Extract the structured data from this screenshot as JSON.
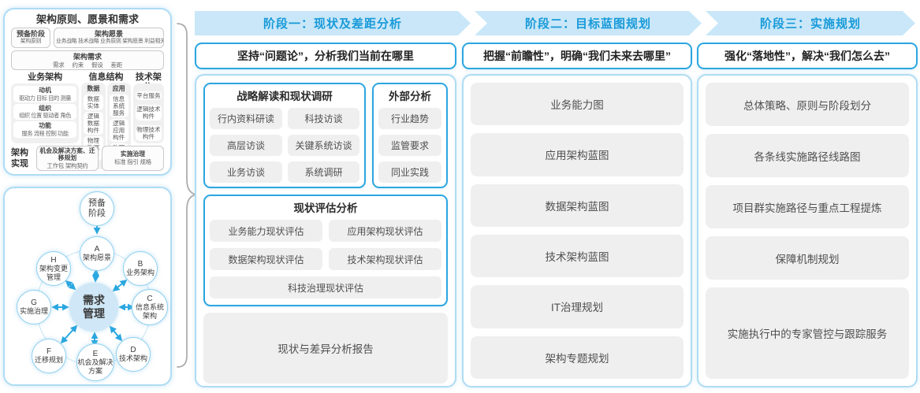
{
  "colors": {
    "accent_blue": "#2ca6e0",
    "banner_bg": "#c9e7f8",
    "banner_text": "#189ad9",
    "panel_border": "#aedcf3",
    "item_gray_bg": "#efefef",
    "center_circle_fill": "#cfe7f6",
    "brace_gray": "#adadad",
    "text_dark": "#2b2b2b",
    "text_gray": "#4f4f4f"
  },
  "framework": {
    "title": "架构原则、愿景和需求",
    "prep": {
      "line1": "预备阶段",
      "line2": "架构原则"
    },
    "vision": {
      "title": "架构愿景",
      "detail": "业务战略 技术战略 业务原则 架构愿景 利益相关者"
    },
    "requirements": {
      "title": "架构需求",
      "detail": "需求 约束 假设 差距"
    },
    "business": {
      "title": "业务架构",
      "groups": [
        {
          "name": "动机",
          "detail": "驱动力 目标 目的 测量"
        },
        {
          "name": "组织",
          "detail": "组织 位置 驱动者 角色"
        },
        {
          "name": "功能",
          "detail": "服务 流程 控制 功能"
        }
      ]
    },
    "information": {
      "title": "信息结构",
      "data": {
        "name": "数据",
        "items": [
          "数据实体",
          "逻辑数据构件",
          "物理数据构件"
        ]
      },
      "app": {
        "name": "应用",
        "items": [
          "信息系统服务",
          "逻辑应用构件",
          "物理应用构件"
        ]
      }
    },
    "technology": {
      "title": "技术架构",
      "items": [
        "平台服务",
        "逻辑技术构件",
        "物理技术构件"
      ]
    },
    "realization": {
      "label": "架构实现",
      "boxes": [
        {
          "title": "机会及解决方案、迁移规划",
          "detail": "工作包 架构契约"
        },
        {
          "title": "实施治理",
          "detail": "标准 指引 规格"
        }
      ]
    }
  },
  "adm": {
    "prep": "预备阶段",
    "center": "需求管理",
    "nodes": [
      {
        "id": "A",
        "label": "架构愿景"
      },
      {
        "id": "B",
        "label": "业务架构"
      },
      {
        "id": "C",
        "label": "信息系统架构"
      },
      {
        "id": "D",
        "label": "技术架构"
      },
      {
        "id": "E",
        "label": "机会及解决方案"
      },
      {
        "id": "F",
        "label": "迁移规划"
      },
      {
        "id": "G",
        "label": "实施治理"
      },
      {
        "id": "H",
        "label": "架构变更管理"
      }
    ]
  },
  "phases": [
    {
      "banner": "阶段一：现状及差距分析",
      "subtitle": "坚持“问题论”，分析我们当前在哪里",
      "strategy": {
        "title": "战略解读和现状调研",
        "items": [
          "行内资料研读",
          "科技访谈",
          "高层访谈",
          "关键系统访谈",
          "业务访谈",
          "系统调研"
        ]
      },
      "external": {
        "title": "外部分析",
        "items": [
          "行业趋势",
          "监管要求",
          "同业实践"
        ]
      },
      "assessment": {
        "title": "现状评估分析",
        "items": [
          "业务能力现状评估",
          "应用架构现状评估",
          "数据架构现状评估",
          "技术架构现状评估",
          "科技治理现状评估"
        ]
      },
      "report": "现状与差异分析报告"
    },
    {
      "banner": "阶段二：目标蓝图规划",
      "subtitle": "把握“前瞻性”，明确“我们未来去哪里”",
      "items": [
        "业务能力图",
        "应用架构蓝图",
        "数据架构蓝图",
        "技术架构蓝图",
        "IT治理规划",
        "架构专题规划"
      ]
    },
    {
      "banner": "阶段三：实施规划",
      "subtitle": "强化“落地性”，解决“我们怎么去”",
      "items": [
        "总体策略、原则与阶段划分",
        "各条线实施路径线路图",
        "项目群实施路径与重点工程提炼",
        "保障机制规划",
        "实施执行中的专家管控与跟踪服务"
      ]
    }
  ]
}
